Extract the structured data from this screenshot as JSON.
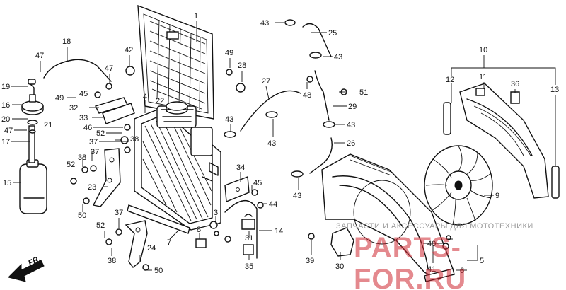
{
  "diagram": {
    "direction_label": "FR.",
    "watermark": {
      "top_text": "ЗАПЧАСТИ И АКСЕССУАРЫ ДЛЯ МОТОТЕХНИКИ",
      "logo_text": "PARTS-FOR.RU"
    },
    "callouts": [
      {
        "id": "c1",
        "label": "1"
      },
      {
        "id": "c3",
        "label": "3"
      },
      {
        "id": "c4",
        "label": "4"
      },
      {
        "id": "c5",
        "label": "5"
      },
      {
        "id": "c6",
        "label": "6"
      },
      {
        "id": "c7",
        "label": "7"
      },
      {
        "id": "c8",
        "label": "8"
      },
      {
        "id": "c9",
        "label": "9"
      },
      {
        "id": "c10",
        "label": "10"
      },
      {
        "id": "c11",
        "label": "11"
      },
      {
        "id": "c12",
        "label": "12"
      },
      {
        "id": "c13",
        "label": "13"
      },
      {
        "id": "c14",
        "label": "14"
      },
      {
        "id": "c15",
        "label": "15"
      },
      {
        "id": "c16",
        "label": "16"
      },
      {
        "id": "c17",
        "label": "17"
      },
      {
        "id": "c18",
        "label": "18"
      },
      {
        "id": "c19",
        "label": "19"
      },
      {
        "id": "c20",
        "label": "20"
      },
      {
        "id": "c21",
        "label": "21"
      },
      {
        "id": "c22",
        "label": "22"
      },
      {
        "id": "c23",
        "label": "23"
      },
      {
        "id": "c24",
        "label": "24"
      },
      {
        "id": "c25",
        "label": "25"
      },
      {
        "id": "c26",
        "label": "26"
      },
      {
        "id": "c27",
        "label": "27"
      },
      {
        "id": "c28",
        "label": "28"
      },
      {
        "id": "c29",
        "label": "29"
      },
      {
        "id": "c30",
        "label": "30"
      },
      {
        "id": "c31",
        "label": "31"
      },
      {
        "id": "c32",
        "label": "32"
      },
      {
        "id": "c33",
        "label": "33"
      },
      {
        "id": "c34",
        "label": "34"
      },
      {
        "id": "c35",
        "label": "35"
      },
      {
        "id": "c36",
        "label": "36"
      },
      {
        "id": "c37a",
        "label": "37"
      },
      {
        "id": "c37b",
        "label": "37"
      },
      {
        "id": "c37c",
        "label": "37"
      },
      {
        "id": "c38a",
        "label": "38"
      },
      {
        "id": "c38b",
        "label": "38"
      },
      {
        "id": "c38c",
        "label": "38"
      },
      {
        "id": "c39",
        "label": "39"
      },
      {
        "id": "c40",
        "label": "40"
      },
      {
        "id": "c41",
        "label": "41"
      },
      {
        "id": "c42",
        "label": "42"
      },
      {
        "id": "c43a",
        "label": "43"
      },
      {
        "id": "c43b",
        "label": "43"
      },
      {
        "id": "c43c",
        "label": "43"
      },
      {
        "id": "c43d",
        "label": "43"
      },
      {
        "id": "c43e",
        "label": "43"
      },
      {
        "id": "c43f",
        "label": "43"
      },
      {
        "id": "c44",
        "label": "44"
      },
      {
        "id": "c45a",
        "label": "45"
      },
      {
        "id": "c45b",
        "label": "45"
      },
      {
        "id": "c46",
        "label": "46"
      },
      {
        "id": "c47a",
        "label": "47"
      },
      {
        "id": "c47b",
        "label": "47"
      },
      {
        "id": "c47c",
        "label": "47"
      },
      {
        "id": "c48",
        "label": "48"
      },
      {
        "id": "c49a",
        "label": "49"
      },
      {
        "id": "c49b",
        "label": "49"
      },
      {
        "id": "c50a",
        "label": "50"
      },
      {
        "id": "c50b",
        "label": "50"
      },
      {
        "id": "c51",
        "label": "51"
      },
      {
        "id": "c52a",
        "label": "52"
      },
      {
        "id": "c52b",
        "label": "52"
      },
      {
        "id": "c52c",
        "label": "52"
      }
    ]
  }
}
